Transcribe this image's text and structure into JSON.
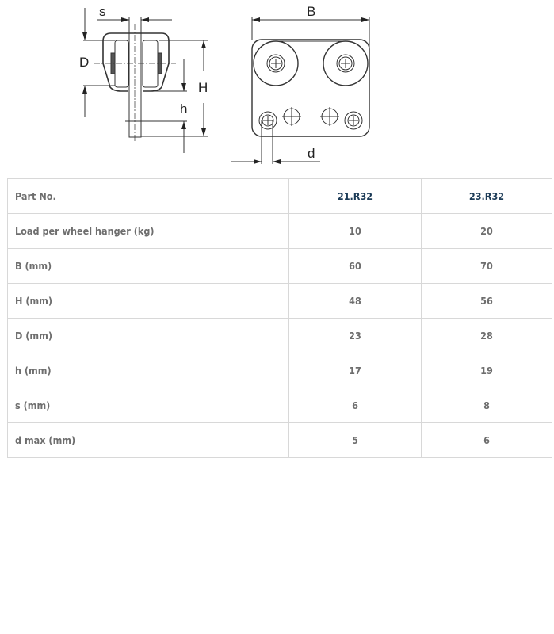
{
  "drawing": {
    "labels": {
      "s": "s",
      "D": "D",
      "H": "H",
      "h": "h",
      "B": "B",
      "d": "d"
    }
  },
  "table": {
    "header": {
      "label": "Part No.",
      "values": [
        "21.R32",
        "23.R32"
      ]
    },
    "rows": [
      {
        "label": "Load per wheel hanger (kg)",
        "values": [
          "10",
          "20"
        ]
      },
      {
        "label": "B (mm)",
        "values": [
          "60",
          "70"
        ]
      },
      {
        "label": "H (mm)",
        "values": [
          "48",
          "56"
        ]
      },
      {
        "label": "D (mm)",
        "values": [
          "23",
          "28"
        ]
      },
      {
        "label": "h (mm)",
        "values": [
          "17",
          "19"
        ]
      },
      {
        "label": "s (mm)",
        "values": [
          "6",
          "8"
        ]
      },
      {
        "label": "d max (mm)",
        "values": [
          "5",
          "6"
        ]
      }
    ]
  }
}
